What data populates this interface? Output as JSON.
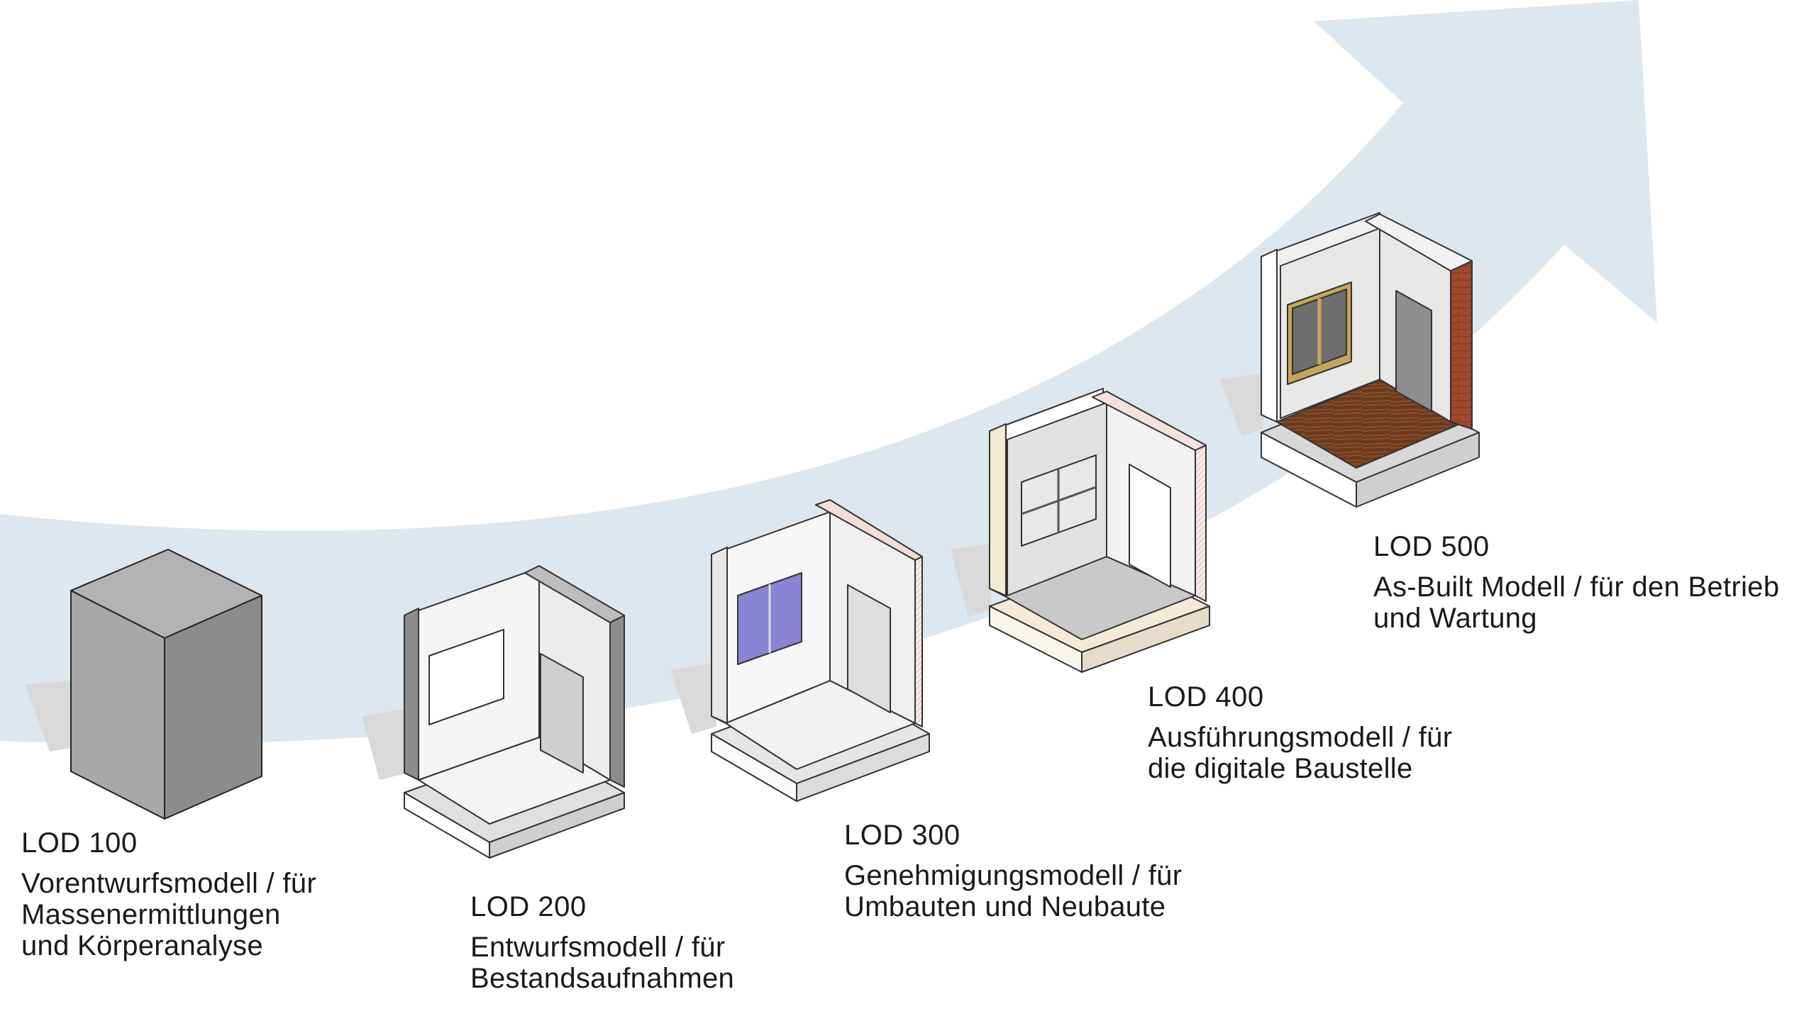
{
  "colors": {
    "arrow": "#dce7ef",
    "shadow": "#d9d9d9",
    "wall_dark": "#8c8c8c",
    "wall_light": "#f4f4f4",
    "brick": "#a0492e",
    "wood_floor": "#6b3a1f",
    "window_blue": "#8a84d6",
    "text": "#1a1a1a"
  },
  "stages": [
    {
      "id": "lod100",
      "title": "LOD 100",
      "description_lines": [
        "Vorentwurfsmodell / für",
        "Massenermittlungen",
        "und Körperanalyse"
      ]
    },
    {
      "id": "lod200",
      "title": "LOD 200",
      "description_lines": [
        "Entwurfsmodell / für",
        "Bestandsaufnahmen"
      ]
    },
    {
      "id": "lod300",
      "title": "LOD 300",
      "description_lines": [
        "Genehmigungsmodell / für",
        "Umbauten und Neubaute"
      ]
    },
    {
      "id": "lod400",
      "title": "LOD 400",
      "description_lines": [
        "Ausführungsmodell / für",
        "die digitale Baustelle"
      ]
    },
    {
      "id": "lod500",
      "title": "LOD 500",
      "description_lines": [
        "As-Built Modell / für den Betrieb",
        "und Wartung"
      ]
    }
  ]
}
